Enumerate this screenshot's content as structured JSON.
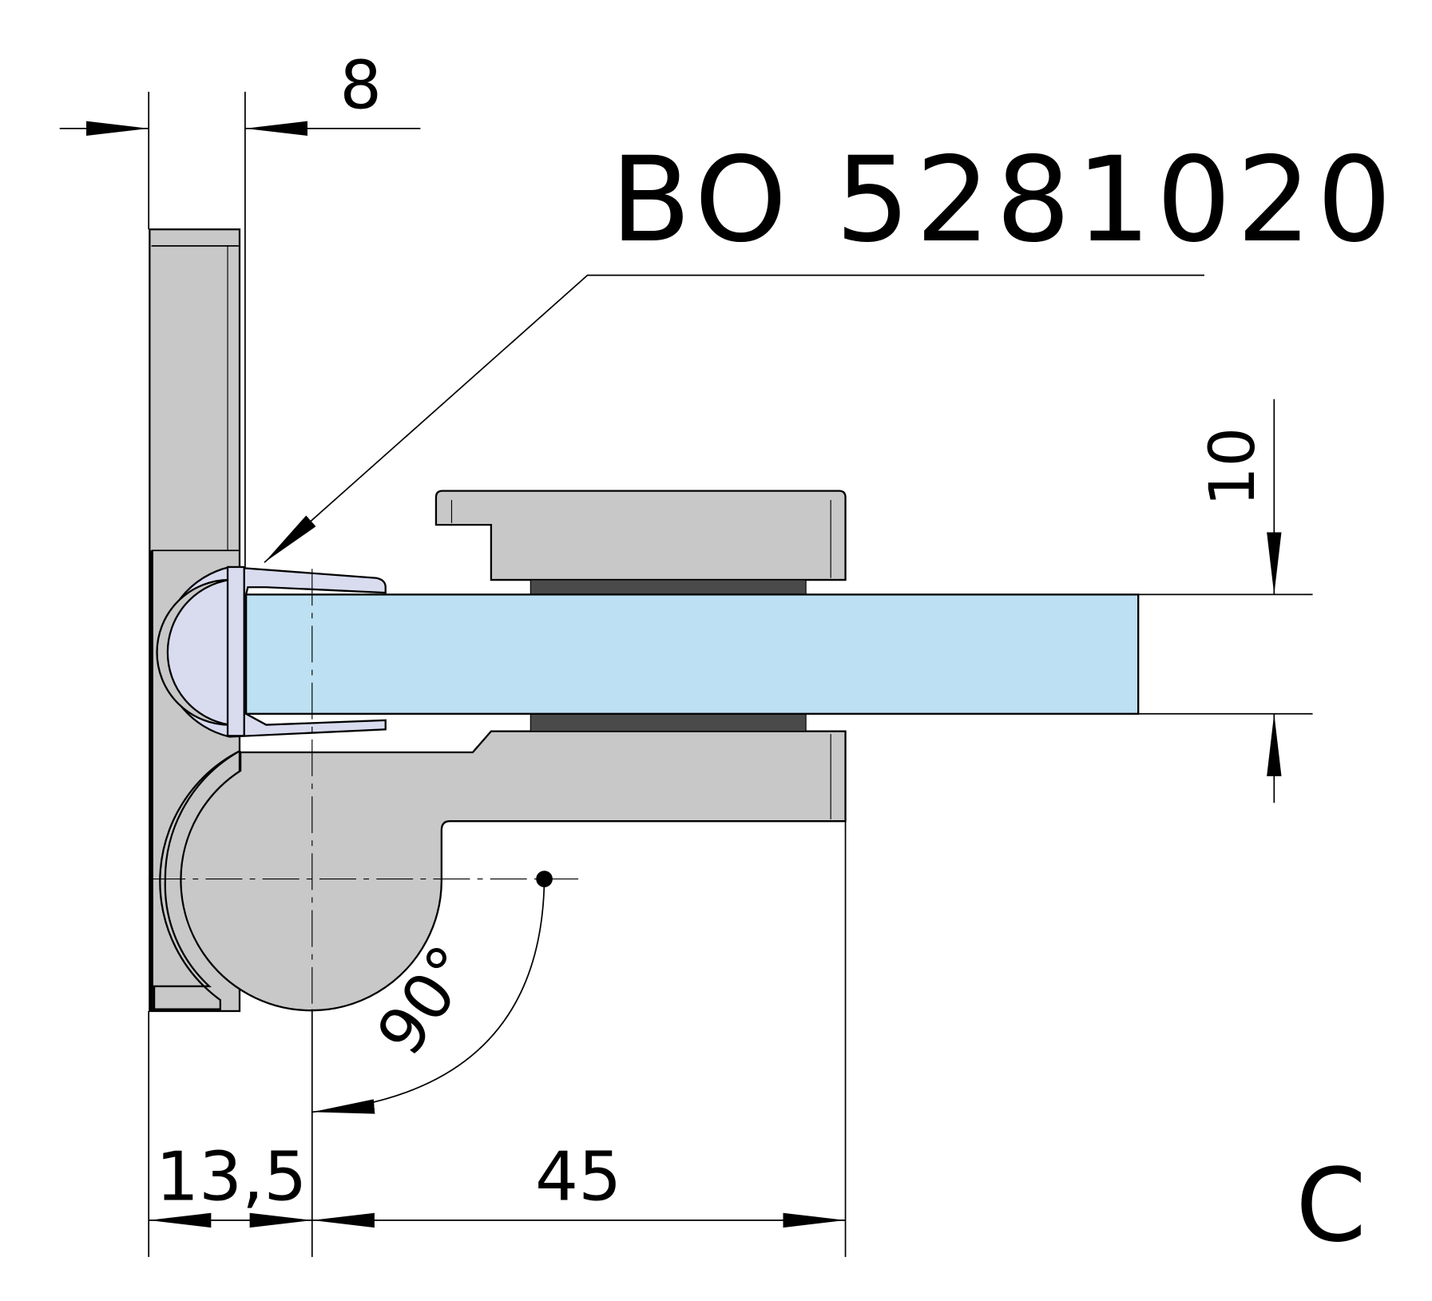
{
  "drawing": {
    "part_number": "BO 5281020",
    "view_label": "C",
    "dimensions": {
      "plate_offset": "8",
      "glass_thickness": "10",
      "pivot_offset": "13,5",
      "clamp_depth": "45",
      "rotation_angle": "90°"
    },
    "colors": {
      "metal": "#c8c8c8",
      "glass": "#bde0f2",
      "gasket": "#4a4a4a",
      "seal": "#d9dcef"
    }
  }
}
